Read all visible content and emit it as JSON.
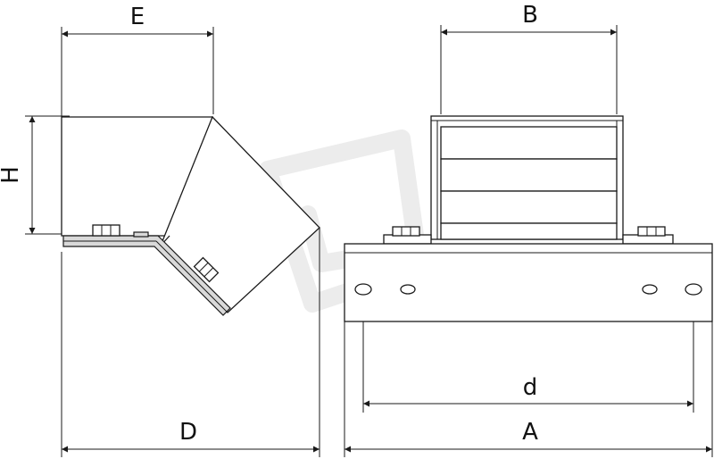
{
  "labels": {
    "E": "E",
    "B": "B",
    "H": "H",
    "D": "D",
    "d": "d",
    "A": "A"
  },
  "colors": {
    "line": "#1a1a1a",
    "fill_grey": "#d9d9d9",
    "watermark": "#ececec"
  }
}
